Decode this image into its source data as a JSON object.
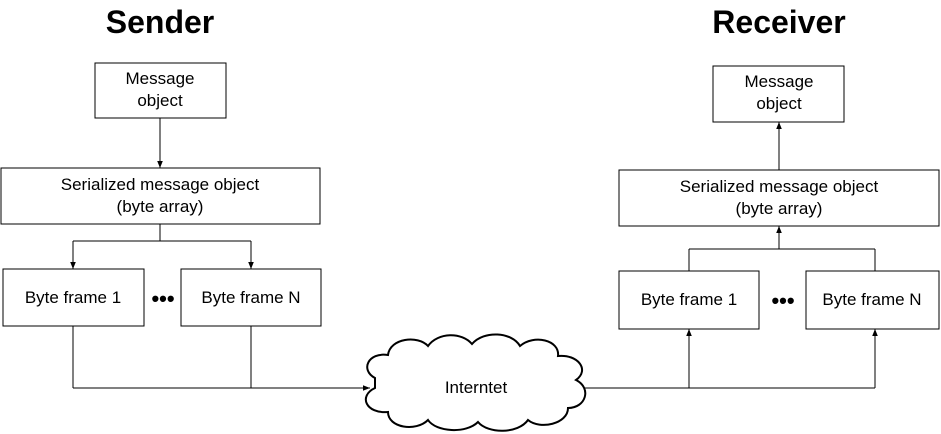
{
  "sender": {
    "title": "Sender",
    "message_line1": "Message",
    "message_line2": "object",
    "serialized_line1": "Serialized message object",
    "serialized_line2": "(byte array)",
    "frame_first": "Byte frame 1",
    "frame_last": "Byte frame N",
    "ellipsis": "•••"
  },
  "receiver": {
    "title": "Receiver",
    "message_line1": "Message",
    "message_line2": "object",
    "serialized_line1": "Serialized message object",
    "serialized_line2": "(byte array)",
    "frame_first": "Byte frame 1",
    "frame_last": "Byte frame N",
    "ellipsis": "•••"
  },
  "network": {
    "label": "Interntet"
  },
  "colors": {
    "stroke": "#000000",
    "fill": "#ffffff"
  }
}
